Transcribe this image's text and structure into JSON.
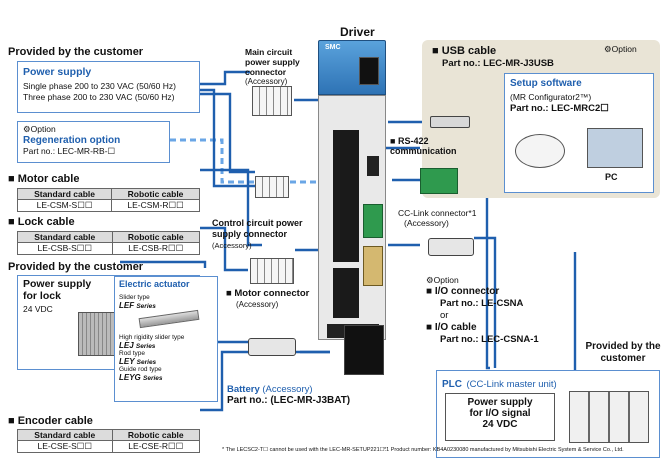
{
  "driver": {
    "title": "Driver"
  },
  "customer_top": {
    "heading": "Provided by the customer",
    "power_title": "Power supply",
    "power_lines": [
      "Single phase 200 to 230 VAC (50/60 Hz)",
      "Three phase 200 to 230 VAC (50/60 Hz)"
    ]
  },
  "regeneration": {
    "option": "Option",
    "title": "Regeneration option",
    "part": "Part no.: LEC-MR-RB-☐"
  },
  "main_circuit": {
    "label": "Main circuit power supply connector",
    "sub": "(Accessory)"
  },
  "motor_cable": {
    "title": "Motor cable",
    "headers": [
      "Standard cable",
      "Robotic cable"
    ],
    "values": [
      "LE-CSM-S☐☐",
      "LE-CSM-R☐☐"
    ]
  },
  "lock_cable": {
    "title": "Lock cable",
    "headers": [
      "Standard cable",
      "Robotic cable"
    ],
    "values": [
      "LE-CSB-S☐☐",
      "LE-CSB-R☐☐"
    ]
  },
  "control_circuit": {
    "label": "Control circuit power supply connector",
    "sub": "(Accessory)"
  },
  "customer_lock": {
    "heading": "Provided by the customer",
    "lines": [
      "Power supply",
      "for lock"
    ],
    "voltage": "24 VDC"
  },
  "actuator": {
    "title": "Electric actuator",
    "items": [
      {
        "type": "Slider type",
        "model": "LEF",
        "suffix": "Series"
      },
      {
        "type": "High rigidity slider type",
        "model": "LEJ",
        "suffix": "Series"
      },
      {
        "type": "Rod type",
        "model": "LEY",
        "suffix": "Series"
      },
      {
        "type": "Guide rod type",
        "model": "LEYG",
        "suffix": "Series"
      }
    ]
  },
  "motor_connector": {
    "label": "Motor connector",
    "sub": "(Accessory)"
  },
  "battery": {
    "label": "Battery",
    "sub": "(Accessory)",
    "part": "Part no.: (LEC-MR-J3BAT)"
  },
  "encoder_cable": {
    "title": "Encoder cable",
    "headers": [
      "Standard cable",
      "Robotic cable"
    ],
    "values": [
      "LE-CSE-S☐☐",
      "LE-CSE-R☐☐"
    ]
  },
  "usb": {
    "title": "USB cable",
    "part": "Part no.: LEC-MR-J3USB",
    "option": "Option"
  },
  "setup_sw": {
    "title": "Setup software",
    "name": "(MR Configurator2™)",
    "part": "Part no.: LEC-MRC2☐",
    "pc": "PC"
  },
  "rs422": {
    "label": "RS-422 communication"
  },
  "cc_link": {
    "label": "CC-Link connector*1",
    "sub": "(Accessory)"
  },
  "io": {
    "option": "Option",
    "connector": "I/O connector",
    "connector_part": "Part no.: LE-CSNA",
    "or": "or",
    "cable": "I/O cable",
    "cable_part": "Part no.: LEC-CSNA-1"
  },
  "customer_right": {
    "heading": "Provided by the customer"
  },
  "plc": {
    "title": "PLC",
    "subtitle": "(CC-Link master unit)",
    "power": [
      "Power supply",
      "for I/O signal",
      "24 VDC"
    ]
  },
  "footnotes": {
    "left": "* The LECSC2-T☐ cannot be used with the LEC-MR-SETUP221☐.",
    "right": "*1  Product number: KB4A0230080 manufactured by Mitsubishi Electric System & Service Co., Ltd."
  },
  "colors": {
    "cable_blue": "#1f5fae",
    "panel_beige": "#e9e4d6",
    "driver_dark": "#2a2a2a",
    "driver_top": "#3a86c8"
  }
}
